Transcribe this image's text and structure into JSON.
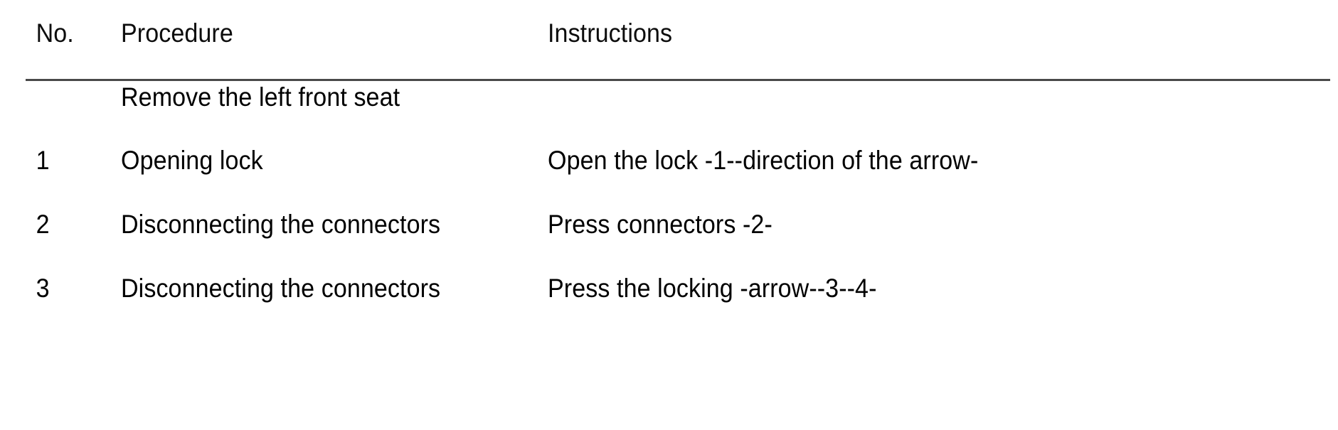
{
  "table": {
    "columns": [
      {
        "key": "no",
        "label": "No."
      },
      {
        "key": "procedure",
        "label": "Procedure"
      },
      {
        "key": "instructions",
        "label": "Instructions"
      }
    ],
    "rows": [
      {
        "no": "",
        "procedure": "Remove the left front seat",
        "instructions": ""
      },
      {
        "no": "1",
        "procedure": "Opening lock",
        "instructions": "Open the lock -1--direction of the arrow-"
      },
      {
        "no": "2",
        "procedure": "Disconnecting the connectors",
        "instructions": "Press connectors -2-"
      },
      {
        "no": "3",
        "procedure": "Disconnecting the connectors",
        "instructions": "Press the locking -arrow--3--4-"
      }
    ]
  },
  "style": {
    "background": "#ffffff",
    "text_color": "#000000",
    "rule_color": "#494949"
  }
}
